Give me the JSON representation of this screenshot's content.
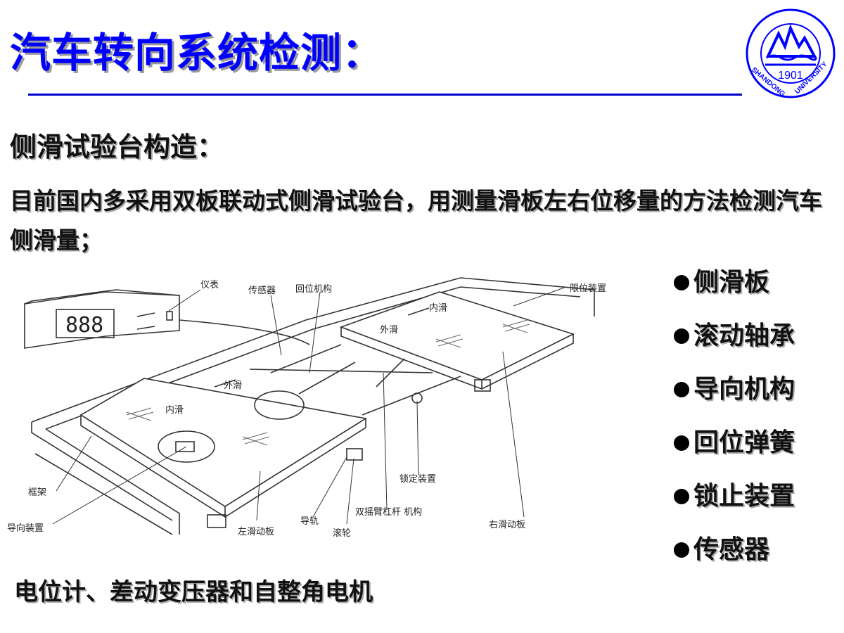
{
  "title": "汽车转向系统检测：",
  "logo": {
    "text": "SHANDONG UNIVERSITY",
    "year": "1901",
    "color": "#0000ff"
  },
  "subtitle": "侧滑试验台构造：",
  "paragraph": "目前国内多采用双板联动式侧滑试验台，用测量滑板左右位移量的方法检测汽车侧滑量；",
  "diagram": {
    "labels": {
      "meter": "仪表",
      "sensor": "传感器",
      "return_mech": "回位机构",
      "limit_device": "限位装置",
      "inner_right": "内滑",
      "outer_right": "外滑",
      "outer_left": "外滑",
      "inner_left": "内滑",
      "lock_device": "锁定装置",
      "frame": "框架",
      "double_rocker": "双摇臂杠杆 机构",
      "guide_rail": "导轨",
      "right_plate": "右滑动板",
      "guide_device": "导向装置",
      "left_plate": "左滑动板",
      "roller": "滚轮"
    }
  },
  "bullets": [
    "侧滑板",
    "滚动轴承",
    "导向机构",
    "回位弹簧",
    "锁止装置",
    "传感器"
  ],
  "footer": "电位计、差动变压器和自整角电机",
  "colors": {
    "title": "#0000ff",
    "rule": "#0000cc"
  }
}
